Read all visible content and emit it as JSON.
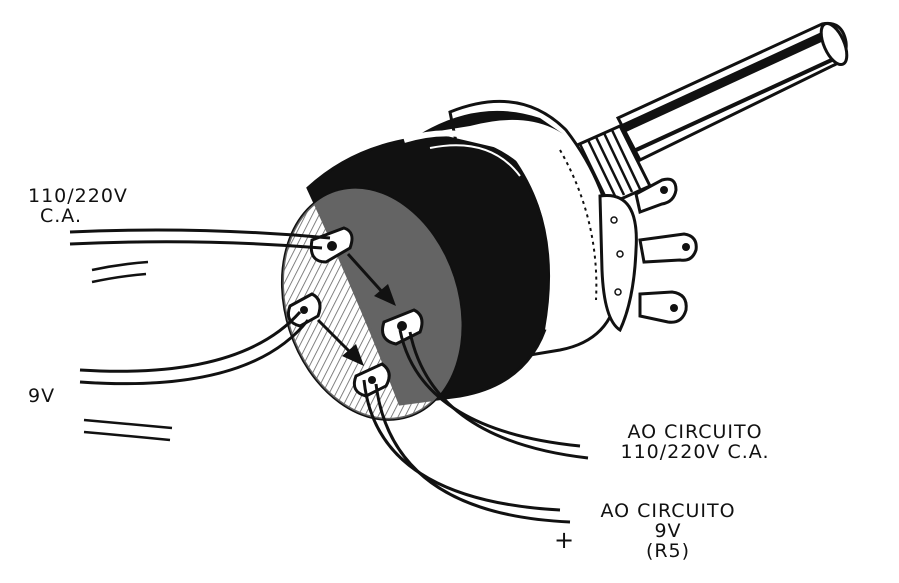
{
  "colors": {
    "ink": "#111111",
    "paper": "#ffffff"
  },
  "labels": {
    "ac_input": {
      "line1": "110/220V",
      "line2": "C.A."
    },
    "battery_input": "9V",
    "ac_output": {
      "line1": "AO CIRCUITO",
      "line2": "110/220V C.A."
    },
    "dc_output": {
      "line1": "AO CIRCUITO",
      "line2": "9V",
      "line3": "(R5)"
    },
    "polarity": "+"
  }
}
